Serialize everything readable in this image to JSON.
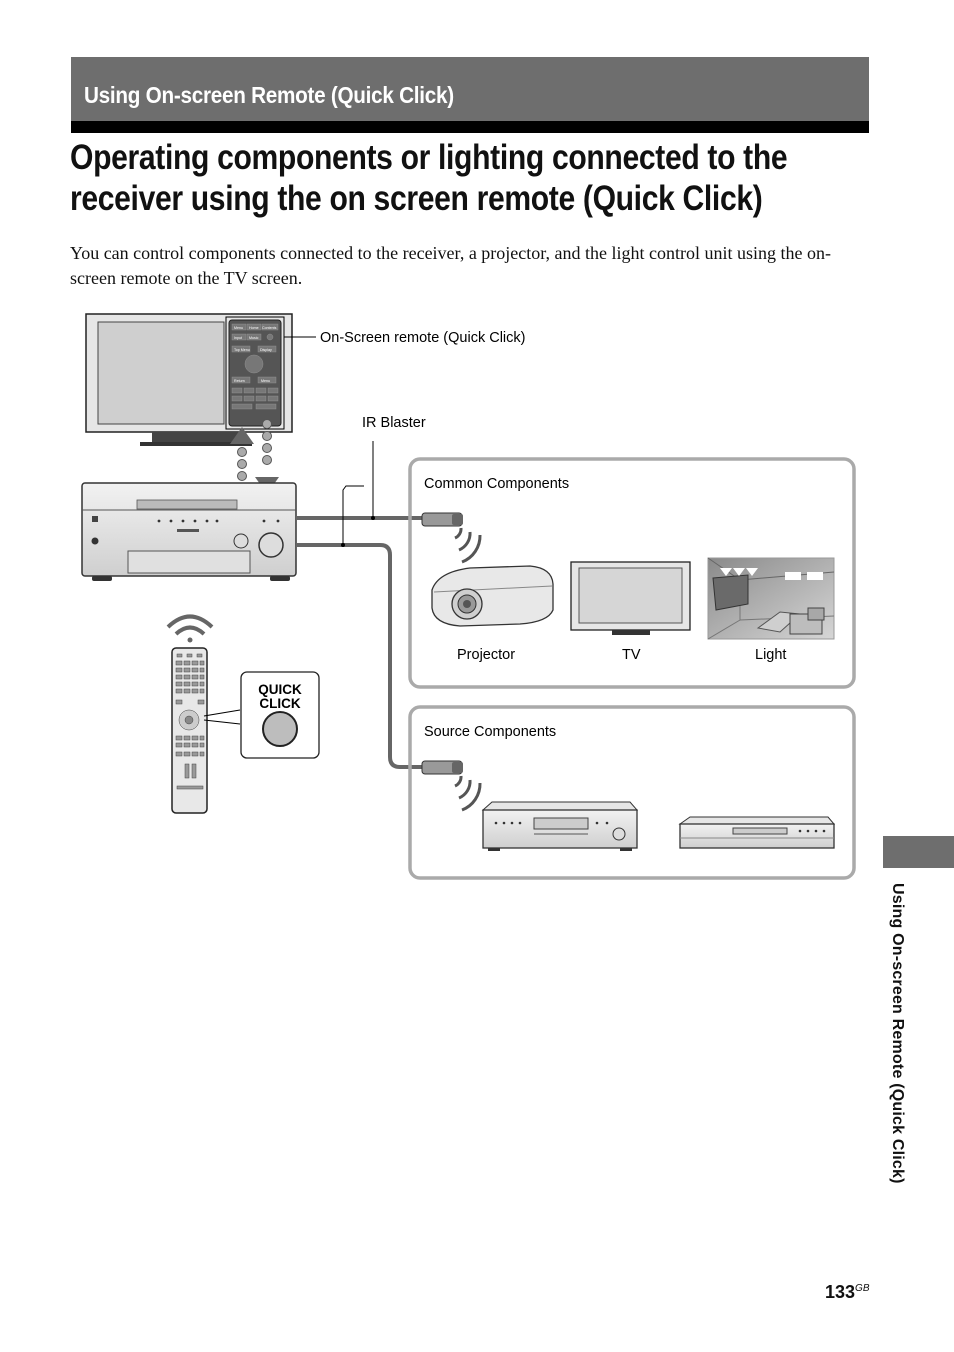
{
  "header": {
    "section_title": "Using On-screen Remote (Quick Click)"
  },
  "main": {
    "title": "Operating components or lighting connected to the receiver using the on screen remote (Quick Click)",
    "intro": "You can control components connected to the receiver, a projector, and the light control unit using the on-screen remote on the TV screen."
  },
  "diagram": {
    "labels": {
      "onscreen_remote": "On-Screen remote (Quick Click)",
      "ir_blaster": "IR Blaster",
      "common_components": "Common Components",
      "source_components": "Source Components",
      "projector": "Projector",
      "tv": "TV",
      "light": "Light",
      "quick_click_line1": "QUICK",
      "quick_click_line2": "CLICK"
    },
    "remote_screen_buttons": [
      "Menu",
      "Home",
      "Contents",
      "Input",
      "Music",
      "Top Menu",
      "Display",
      "Return",
      "Menu"
    ]
  },
  "sidebar": {
    "vertical_label": "Using On-screen Remote (Quick Click)"
  },
  "footer": {
    "page_number": "133",
    "page_suffix": "GB"
  }
}
